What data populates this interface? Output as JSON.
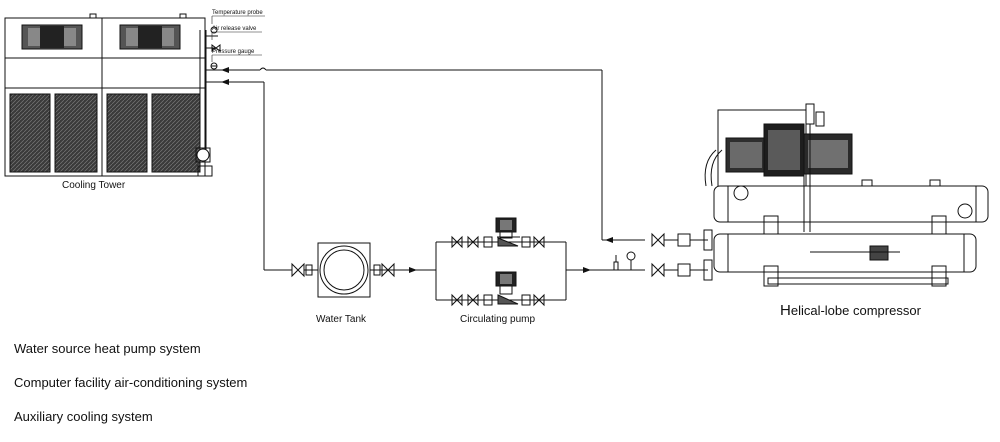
{
  "labels": {
    "temperature_probe": "Temperature probe",
    "air_release_valve": "Air release valve",
    "pressure_gauge": "Pressure gauge",
    "cooling_tower": "Cooling Tower",
    "water_tank": "Water Tank",
    "circulating_pump": "Circulating pump",
    "helical_first": "H",
    "helical_rest": "elical-lobe compressor"
  },
  "systems": [
    "Water source heat pump system",
    "Computer facility air-conditioning system",
    "Auxiliary cooling system"
  ]
}
